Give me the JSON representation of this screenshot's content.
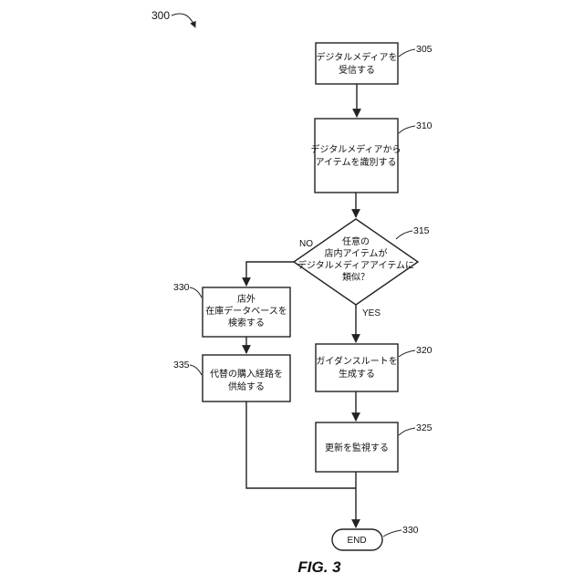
{
  "figure_ref": "300",
  "figure_title": "FIG. 3",
  "steps": {
    "s305": {
      "ref": "305",
      "line1": "デジタルメディアを",
      "line2": "受信する"
    },
    "s310": {
      "ref": "310",
      "line1": "デジタルメディアから",
      "line2": "アイテムを識別する"
    },
    "s315": {
      "ref": "315",
      "line1": "任意の",
      "line2": "店内アイテムが",
      "line3": "デジタルメディアアイテムに",
      "line4": "類似？"
    },
    "s320": {
      "ref": "320",
      "line1": "ガイダンスルートを",
      "line2": "生成する"
    },
    "s325": {
      "ref": "325",
      "line1": "更新を監視する"
    },
    "s330": {
      "ref": "330",
      "line1": "店外",
      "line2": "在庫データベースを",
      "line3": "検索する"
    },
    "s335": {
      "ref": "335",
      "line1": "代替の購入経路を",
      "line2": "供給する"
    },
    "end": {
      "ref": "330",
      "label": "END"
    }
  },
  "branches": {
    "no": "NO",
    "yes": "YES"
  }
}
